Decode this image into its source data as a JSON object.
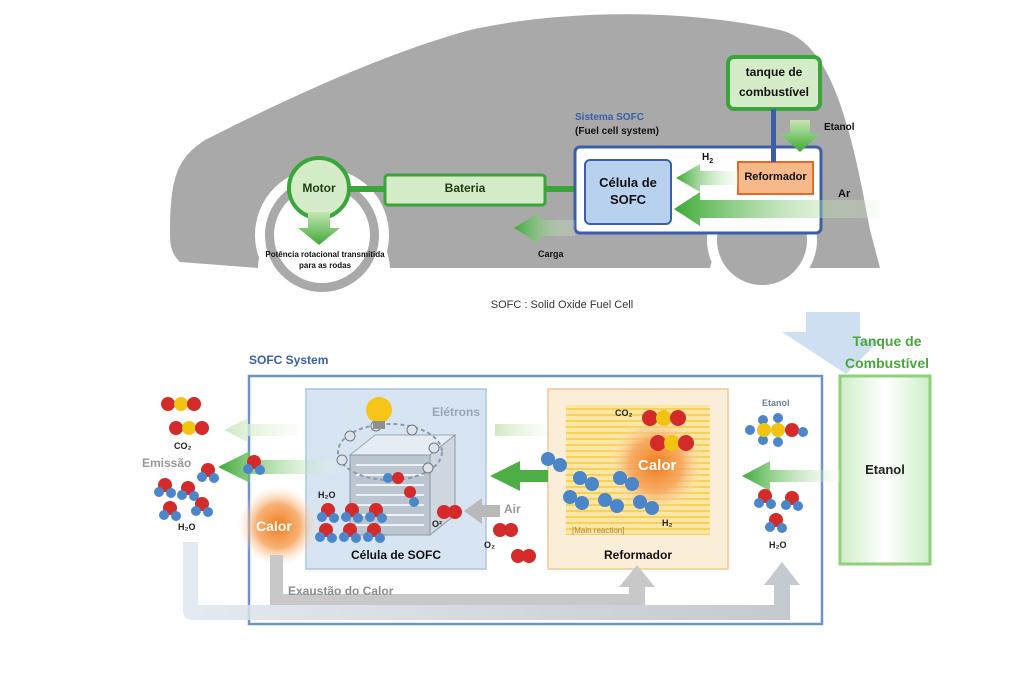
{
  "top": {
    "motor": "Motor",
    "bateria": "Bateria",
    "sofc_title": "Sistema SOFC",
    "sofc_subtitle": "(Fuel cell system)",
    "cell_line1": "Célula de",
    "cell_line2": "SOFC",
    "reformer": "Reformador",
    "tank_line1": "tanque de",
    "tank_line2": "combustível",
    "etanol": "Etanol",
    "ar": "Ar",
    "h2": "H",
    "h2_sub": "2",
    "carga": "Carga",
    "power_line1": "Potência rotacional transmitida",
    "power_line2": "para as rodas"
  },
  "caption": "SOFC : Solid Oxide Fuel Cell",
  "bottom": {
    "system_title": "SOFC System",
    "tank_line1": "Tanque de",
    "tank_line2": "Combustível",
    "tank_etanol": "Etanol",
    "eletrons": "Elétrons",
    "air": "Air",
    "calor": "Calor",
    "calor_left": "Calor",
    "cell_label": "Célula de SOFC",
    "reformer_label": "Reformador",
    "main_reaction": "[Main reaction]",
    "co2": "CO₂",
    "co2_reformer": "CO₂",
    "h2_reformer": "H₂",
    "h2o_cell": "H₂O",
    "o2_cell": "O²",
    "o2": "O₂",
    "emissao": "Emissão",
    "h2o_left": "H₂O",
    "etanol_mol": "Etanol",
    "h2o_right": "H₂O",
    "exaustao": "Exaustão do Calor"
  },
  "colors": {
    "car_body": "#a9a9a9",
    "green_dark": "#3aa53a",
    "green_light": "#d4ecc7",
    "blue_frame": "#3a5fa8",
    "cell_fill": "#b7d1ef",
    "reformer_fill": "#f5b98a",
    "oxygen": "#d42a2a",
    "carbon": "#f3c312",
    "hydrogen": "#4a86c9"
  }
}
